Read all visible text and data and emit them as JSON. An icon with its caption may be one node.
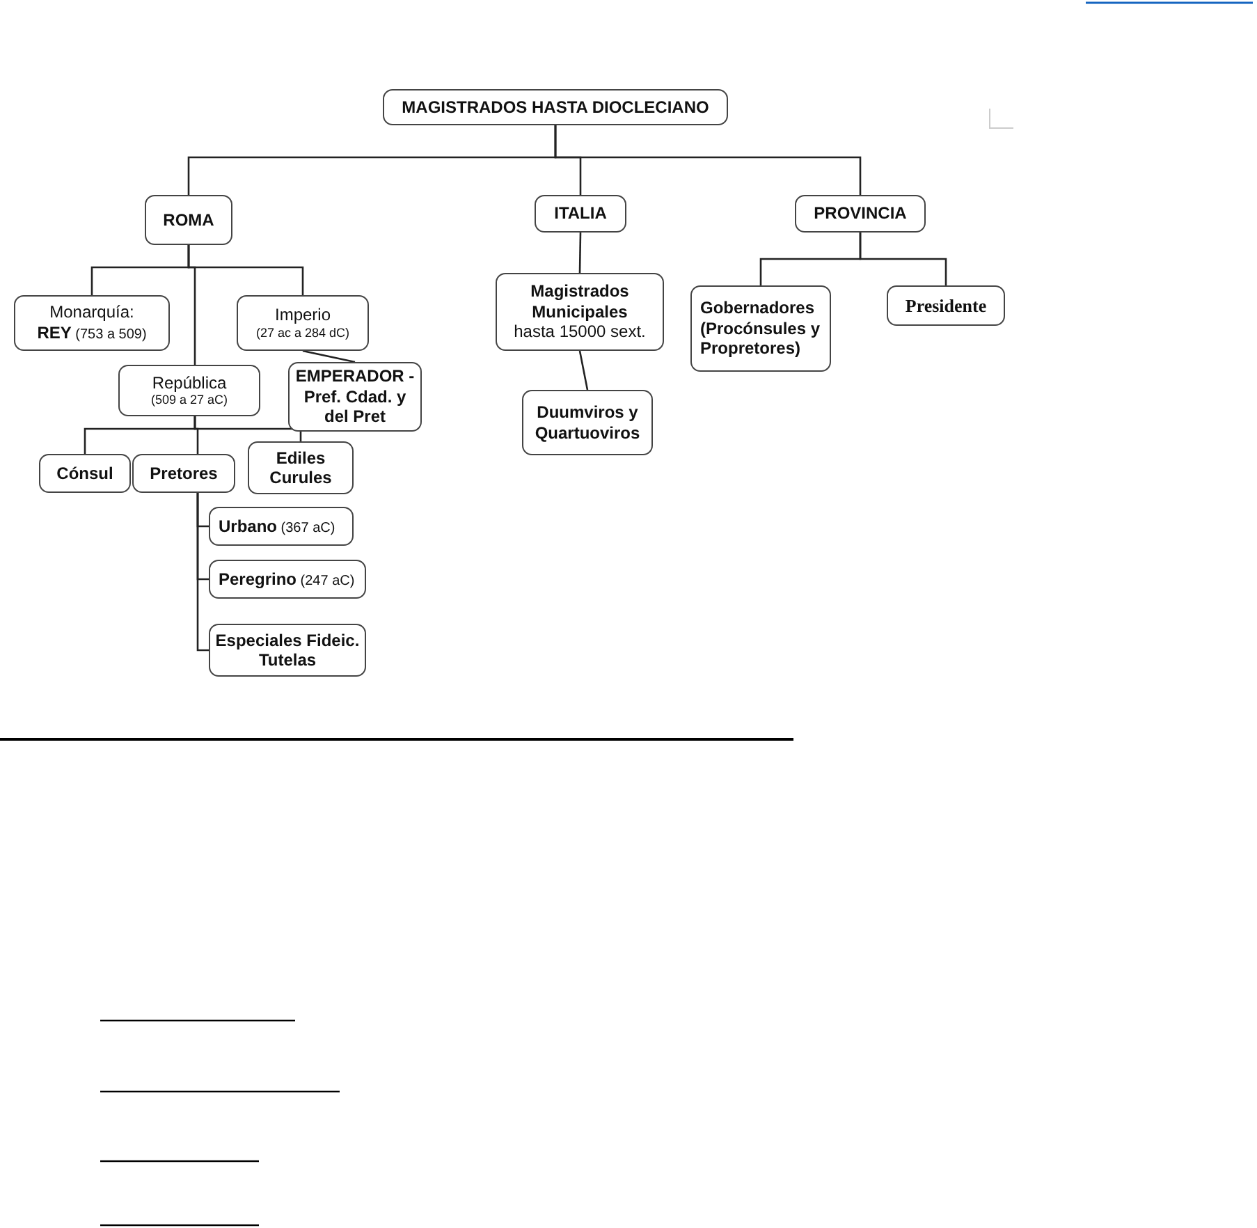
{
  "diagram": {
    "nodes": [
      {
        "text": [
          "MAGISTRADOS HASTA DIOCLECIANO"
        ]
      },
      {
        "text": [
          "ROMA"
        ]
      },
      {
        "text": [
          "ITALIA"
        ]
      },
      {
        "text": [
          "PROVINCIA"
        ]
      },
      {
        "text": [
          "Monarquía:",
          "**REY** (753 a 509)"
        ]
      },
      {
        "text": [
          "Imperio",
          "(27 ac a 284 dC)"
        ]
      },
      {
        "text": [
          "República",
          "(509 a 27 aC)"
        ]
      },
      {
        "text": [
          "EMPERADOR - Pref. Cdad. y del Pret"
        ]
      },
      {
        "text": [
          "Cónsul"
        ]
      },
      {
        "text": [
          "Pretores"
        ]
      },
      {
        "text": [
          "Ediles Curules"
        ]
      },
      {
        "text": [
          "**Urbano** (367 aC)"
        ]
      },
      {
        "text": [
          "**Peregrino** (247 aC)"
        ]
      },
      {
        "text": [
          "Especiales Fideic. Tutelas"
        ]
      },
      {
        "text": [
          "Magistrados Municipales",
          "hasta 15000 sext."
        ]
      },
      {
        "text": [
          "Duumviros y Quartuoviros"
        ]
      },
      {
        "text": [
          "Gobernadores (Procónsules y Propretores)"
        ]
      },
      {
        "text": [
          "Presidente"
        ]
      }
    ],
    "edges": [
      {
        "from": 0,
        "to": 1,
        "arrow": "none"
      },
      {
        "from": 0,
        "to": 2,
        "arrow": "none"
      },
      {
        "from": 0,
        "to": 3,
        "arrow": "none"
      },
      {
        "from": 1,
        "to": 4,
        "arrow": "none"
      },
      {
        "from": 1,
        "to": 5,
        "arrow": "none"
      },
      {
        "from": 1,
        "to": 6,
        "arrow": "none"
      },
      {
        "from": 5,
        "to": 7,
        "arrow": "none"
      },
      {
        "from": 6,
        "to": 8,
        "arrow": "none"
      },
      {
        "from": 6,
        "to": 9,
        "arrow": "none"
      },
      {
        "from": 6,
        "to": 10,
        "arrow": "none"
      },
      {
        "from": 9,
        "to": 11,
        "arrow": "none"
      },
      {
        "from": 9,
        "to": 12,
        "arrow": "none"
      },
      {
        "from": 9,
        "to": 13,
        "arrow": "none"
      },
      {
        "from": 2,
        "to": 14,
        "arrow": "none"
      },
      {
        "from": 14,
        "to": 15,
        "arrow": "none"
      },
      {
        "from": 3,
        "to": 16,
        "arrow": "none"
      },
      {
        "from": 3,
        "to": 17,
        "arrow": "none"
      }
    ]
  }
}
